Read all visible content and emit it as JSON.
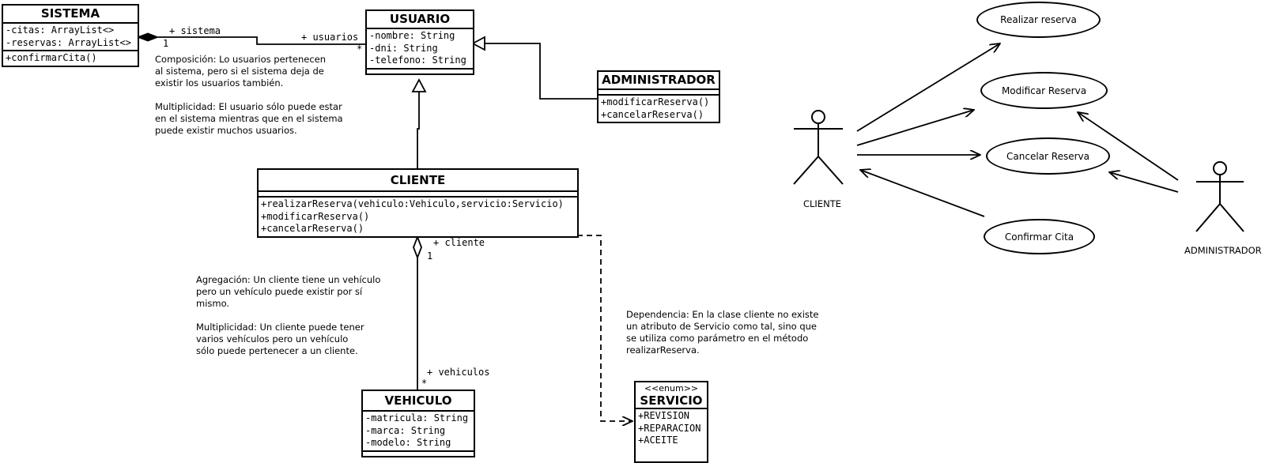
{
  "classes": {
    "sistema": {
      "name": "SISTEMA",
      "attributes": [
        "-citas: ArrayList<>",
        "-reservas: ArrayList<>"
      ],
      "methods": [
        "+confirmarCita()"
      ]
    },
    "usuario": {
      "name": "USUARIO",
      "attributes": [
        "-nombre: String",
        "-dni: String",
        "-telefono: String"
      ],
      "methods": []
    },
    "administrador": {
      "name": "ADMINISTRADOR",
      "attributes": [],
      "methods": [
        "+modificarReserva()",
        "+cancelarReserva()"
      ]
    },
    "cliente": {
      "name": "CLIENTE",
      "attributes": [],
      "methods": [
        "+realizarReserva(vehiculo:Vehiculo,servicio:Servicio)",
        "+modificarReserva()",
        "+cancelarReserva()"
      ]
    },
    "vehiculo": {
      "name": "VEHICULO",
      "attributes": [
        "-matricula: String",
        "-marca: String",
        "-modelo: String"
      ],
      "methods": []
    },
    "servicio": {
      "stereotype": "<<enum>>",
      "name": "SERVICIO",
      "values": [
        "+REVISION",
        "+REPARACION",
        "+ACEITE"
      ]
    }
  },
  "associations": {
    "sistema_role": "+ sistema",
    "sistema_mult": "1",
    "usuarios_role": "+ usuarios",
    "usuarios_mult": "*",
    "cliente_role": "+ cliente",
    "cliente_mult": "1",
    "vehiculos_role": "+ vehiculos",
    "vehiculos_mult": "*"
  },
  "notes": {
    "composicion": "Composición: Lo usuarios pertenecen\nal sistema, pero si el sistema deja de\nexistir los usuarios también.\n\nMultiplicidad: El usuario sólo puede estar\nen el sistema mientras que en el sistema\npuede existir muchos usuarios.",
    "agregacion": "Agregación: Un cliente tiene un vehículo\npero un vehículo puede existir por sí\nmismo.\n\nMultiplicidad: Un cliente puede tener\nvarios vehículos pero un vehículo\nsólo puede pertenecer a un cliente.",
    "dependencia": "Dependencia: En la clase cliente no existe\nun atributo de Servicio como tal, sino que\nse utiliza como parámetro en el método\nrealizarReserva."
  },
  "use_cases": {
    "realizar": "Realizar reserva",
    "modificar": "Modificar Reserva",
    "cancelar": "Cancelar Reserva",
    "confirmar": "Confirmar Cita"
  },
  "actors": {
    "cliente": "CLIENTE",
    "administrador": "ADMINISTRADOR"
  }
}
